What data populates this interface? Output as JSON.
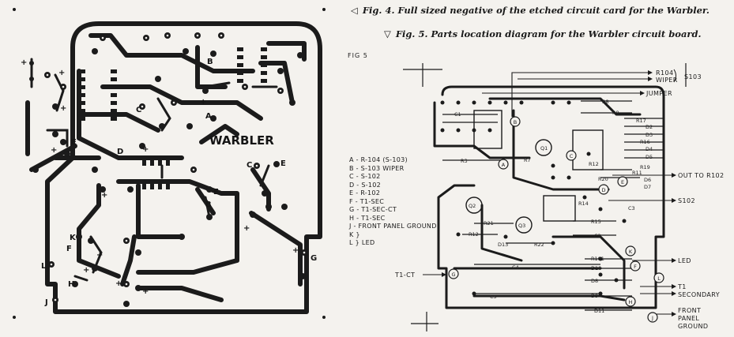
{
  "captions": {
    "fig4": "Fig. 4. Full sized negative of the etched circuit card for the Warbler.",
    "fig5": "Fig. 5. Parts location diagram for the Warbler circuit board."
  },
  "fig5_label": "FIG 5",
  "pcb": {
    "title": "WARBLER",
    "labels": [
      "A",
      "B",
      "C",
      "D",
      "E",
      "E",
      "B",
      "C",
      "E",
      "K",
      "F",
      "H",
      "G",
      "L",
      "J"
    ]
  },
  "legend": [
    "A - R-104 (S-103)",
    "B - S-103 WIPER",
    "C - S-102",
    "D - S-102",
    "E - R-102",
    "F - T1-SEC",
    "G - T1-SEC-CT",
    "H - T1-SEC",
    "J - FRONT PANEL GROUND",
    "K }",
    "L } LED"
  ],
  "callouts": {
    "r104": "R104",
    "wiper": "WIPER",
    "s103": "S103",
    "jumper": "JUMPER",
    "out_r102": "OUT TO R102",
    "s102": "S102",
    "led": "LED",
    "t1": "T1",
    "secondary": "SECONDARY",
    "front": "FRONT",
    "panel": "PANEL",
    "ground": "GROUND",
    "t1ct": "T1-CT"
  },
  "parts": {
    "r8": "R8",
    "r9": "R9",
    "r17": "R17",
    "d2": "D2",
    "d3": "D3",
    "r16": "R16",
    "d4": "D4",
    "d5": "D5",
    "r11": "R11",
    "r19": "R19",
    "d6": "D6",
    "d7": "D7",
    "r20": "R20",
    "r3": "R3",
    "c1": "C1",
    "r12": "R12",
    "r14": "R14",
    "r15": "R15",
    "c3": "C3",
    "c2": "C2",
    "r21": "R21",
    "r22": "R22",
    "d13": "D13",
    "c4": "C4",
    "c5": "C5",
    "r101": "R101",
    "d10": "D10",
    "d8": "D8",
    "d9": "D9",
    "d11": "D11",
    "q1": "Q1",
    "q2": "Q2",
    "q3": "Q3",
    "r7": "R7"
  },
  "markers": {
    "a": "A",
    "b": "B",
    "c": "C",
    "d": "D",
    "e": "E",
    "f": "F",
    "g": "G",
    "h": "H",
    "j": "J",
    "k": "K",
    "l": "L"
  }
}
